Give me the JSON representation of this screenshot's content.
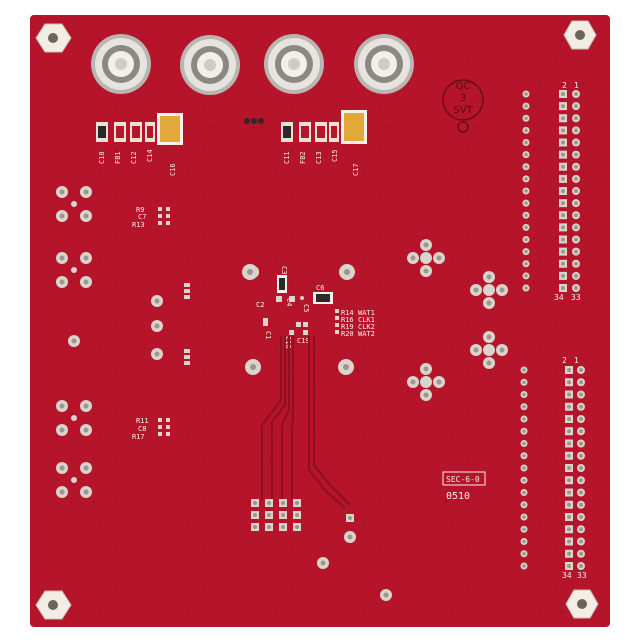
{
  "board": {
    "name": "pcb-board",
    "colors": {
      "background": "#ffffff",
      "solder_mask": "#b5142a",
      "solder_mask_dark": "#8e0f20",
      "silkscreen": "#f4f0ec",
      "pad": "#d9d4cc",
      "pad_dark": "#9e968a",
      "tantalum": "#e1a93a",
      "component_black": "#2a2a2a",
      "standoff": "#f2eee6"
    }
  },
  "silkscreen": {
    "ref_left_caps": [
      "C10",
      "FB1",
      "C12",
      "C14",
      "C16"
    ],
    "ref_right_caps": [
      "C11",
      "FB2",
      "C13",
      "C15",
      "C17"
    ],
    "logo": {
      "line1": "QC",
      "line2": "3",
      "line3": "SVT"
    },
    "resistor_groups": [
      {
        "labels": [
          "R9",
          "C7",
          "R13"
        ]
      },
      {
        "labels": [
          "R11",
          "C8",
          "R17"
        ]
      }
    ],
    "center_refs": [
      "C3",
      "C2",
      "C4",
      "C5",
      "C1",
      "C18",
      "C19",
      "C6"
    ],
    "right_refs": [
      {
        "ref": "R14",
        "net": "WAT1"
      },
      {
        "ref": "R16",
        "net": "CLK1"
      },
      {
        "ref": "R19",
        "net": "CLK2"
      },
      {
        "ref": "R20",
        "net": "WAT2"
      }
    ],
    "box_label": "SEC-6-0",
    "date_code": "0510",
    "header_top": {
      "pin_left": "2",
      "pin_right": "1",
      "pin_bottom_left": "34",
      "pin_bottom_right": "33"
    },
    "header_bottom": {
      "pin_left": "2",
      "pin_right": "1",
      "pin_bottom_left": "34",
      "pin_bottom_right": "33"
    }
  },
  "connectors": {
    "count": 4,
    "type": "sma-jack"
  }
}
